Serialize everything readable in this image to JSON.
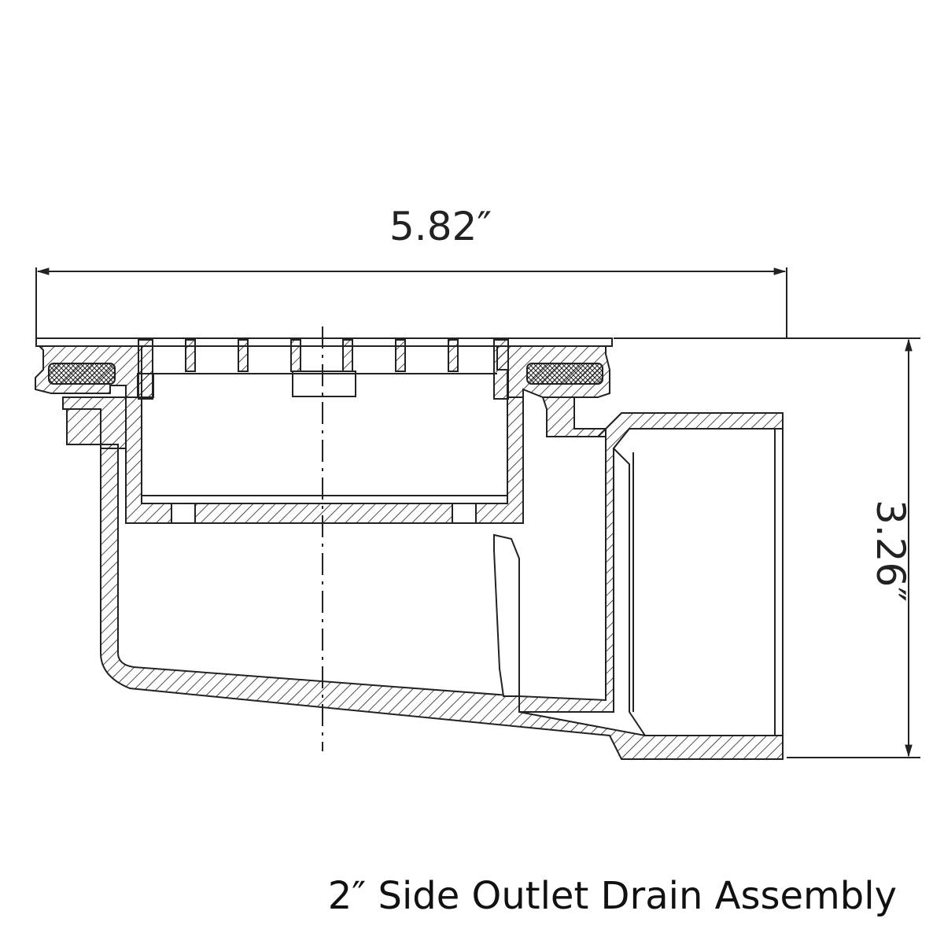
{
  "dimensions": {
    "width": "5.82″",
    "height": "3.26″"
  },
  "caption": "2″ Side Outlet Drain Assembly",
  "colors": {
    "line": "#222222",
    "background": "#ffffff"
  }
}
